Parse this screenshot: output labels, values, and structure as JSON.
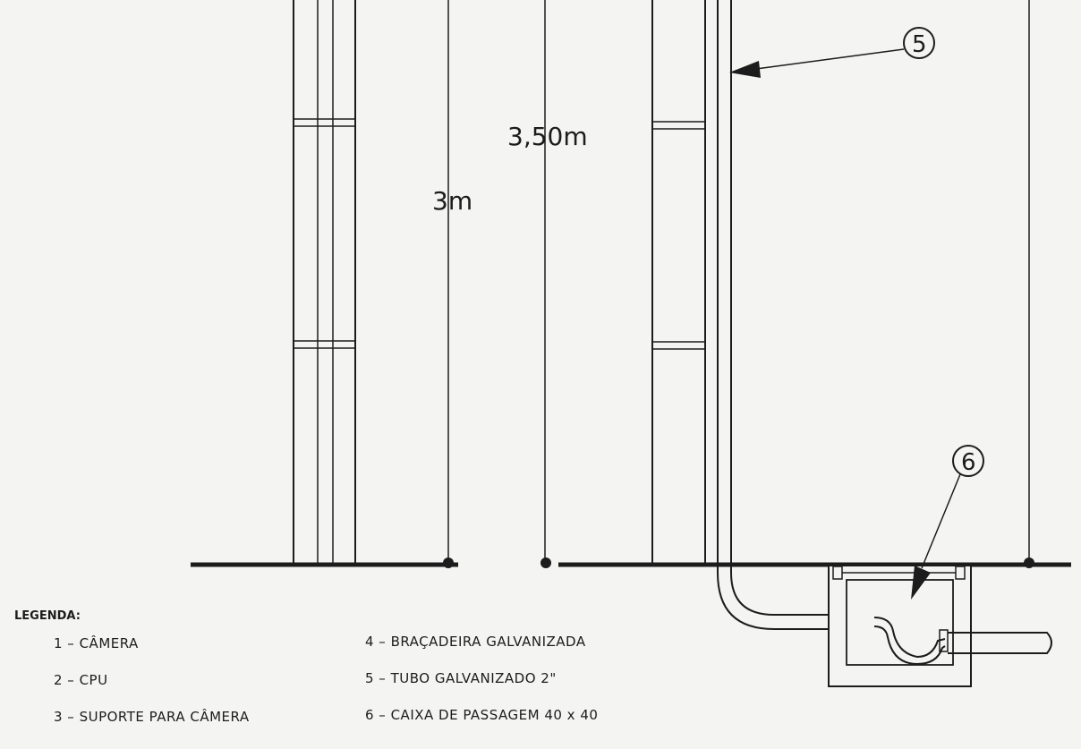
{
  "dimensions": {
    "height_left": "3m",
    "height_right": "3,50m"
  },
  "callouts": [
    {
      "id": "5"
    },
    {
      "id": "6"
    }
  ],
  "legend": {
    "title": "LEGENDA:",
    "items": [
      {
        "text": "1 – CÂMERA"
      },
      {
        "text": "2 – CPU"
      },
      {
        "text": "3 – SUPORTE PARA CÂMERA"
      },
      {
        "text": "4 – BRAÇADEIRA GALVANIZADA"
      },
      {
        "text": "5 – TUBO GALVANIZADO 2\""
      },
      {
        "text": "6 – CAIXA DE PASSAGEM 40 x 40"
      }
    ]
  },
  "colors": {
    "ink": "#1c1c1c",
    "paper": "#f4f4f2"
  }
}
